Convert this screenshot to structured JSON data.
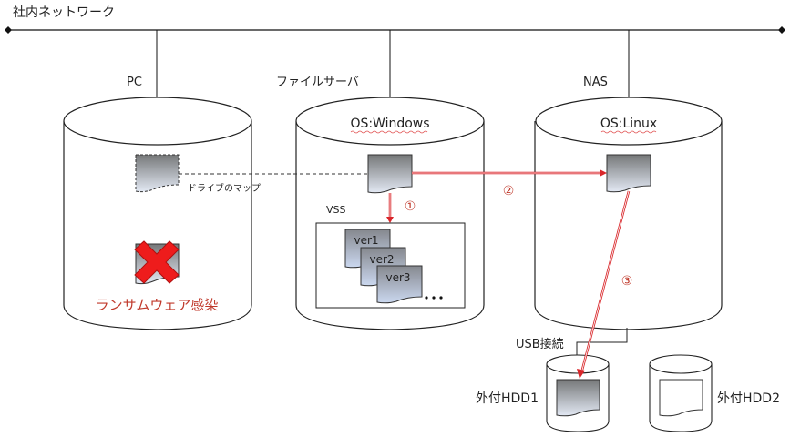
{
  "network": {
    "label": "社内ネットワーク"
  },
  "nodes": {
    "pc": {
      "label": "PC",
      "drive_map_label": "ドライブのマップ",
      "infection_label": "ランサムウェア感染"
    },
    "file_server": {
      "label": "ファイルサーバ",
      "os_label": "OS:Windows",
      "vss_label": "VSS",
      "versions": [
        "ver1",
        "ver2",
        "ver3"
      ],
      "ellipsis": "…"
    },
    "nas": {
      "label": "NAS",
      "os_label": "OS:Linux",
      "usb_label": "USB接続"
    },
    "hdd1": {
      "label": "外付HDD1"
    },
    "hdd2": {
      "label": "外付HDD2"
    }
  },
  "steps": [
    {
      "marker": "①",
      "description": "Windows file → VSS snapshot"
    },
    {
      "marker": "②",
      "description": "File server → NAS"
    },
    {
      "marker": "③",
      "description": "NAS → 外付HDD1"
    }
  ],
  "colors": {
    "line": "#222222",
    "arrow": "#d9262a",
    "step_text": "#c0392b",
    "x_mark": "#ee1c1c",
    "doc_top": "#7b7d80",
    "doc_bottom": "#dfe6f2",
    "ver_top": "#8a8e96",
    "ver_bottom": "#c9d6ee"
  }
}
